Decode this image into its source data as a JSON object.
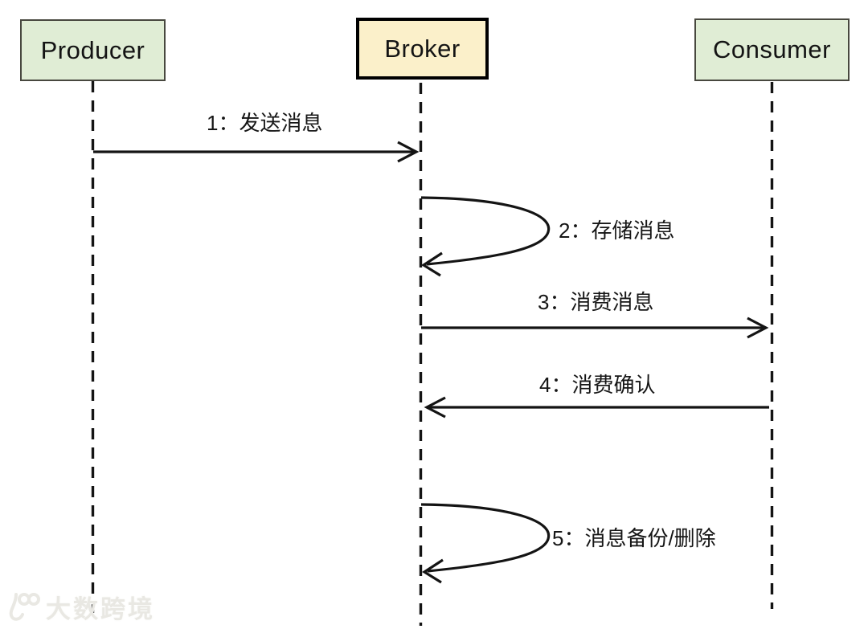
{
  "diagram": {
    "type": "sequence-diagram",
    "actors": [
      {
        "id": "producer",
        "label": "Producer",
        "fill": "#e0edd5",
        "border": "thin"
      },
      {
        "id": "broker",
        "label": "Broker",
        "fill": "#fbf0ca",
        "border": "thick"
      },
      {
        "id": "consumer",
        "label": "Consumer",
        "fill": "#e0edd5",
        "border": "thin"
      }
    ],
    "messages": [
      {
        "seq": 1,
        "label": "1：发送消息",
        "from": "producer",
        "to": "broker",
        "kind": "arrow"
      },
      {
        "seq": 2,
        "label": "2：存储消息",
        "from": "broker",
        "to": "broker",
        "kind": "self-loop"
      },
      {
        "seq": 3,
        "label": "3：消费消息",
        "from": "broker",
        "to": "consumer",
        "kind": "arrow"
      },
      {
        "seq": 4,
        "label": "4：消费确认",
        "from": "consumer",
        "to": "broker",
        "kind": "arrow"
      },
      {
        "seq": 5,
        "label": "5：消息备份/删除",
        "from": "broker",
        "to": "broker",
        "kind": "self-loop"
      }
    ],
    "watermark": {
      "text": "大数跨境"
    },
    "colors": {
      "background": "#ffffff",
      "actor_green_fill": "#e0edd5",
      "broker_yellow_fill": "#fbf0ca",
      "line": "#141414",
      "thin_border": "#48483f",
      "thick_border": "#000000",
      "watermark": "#e9e8e3"
    }
  }
}
